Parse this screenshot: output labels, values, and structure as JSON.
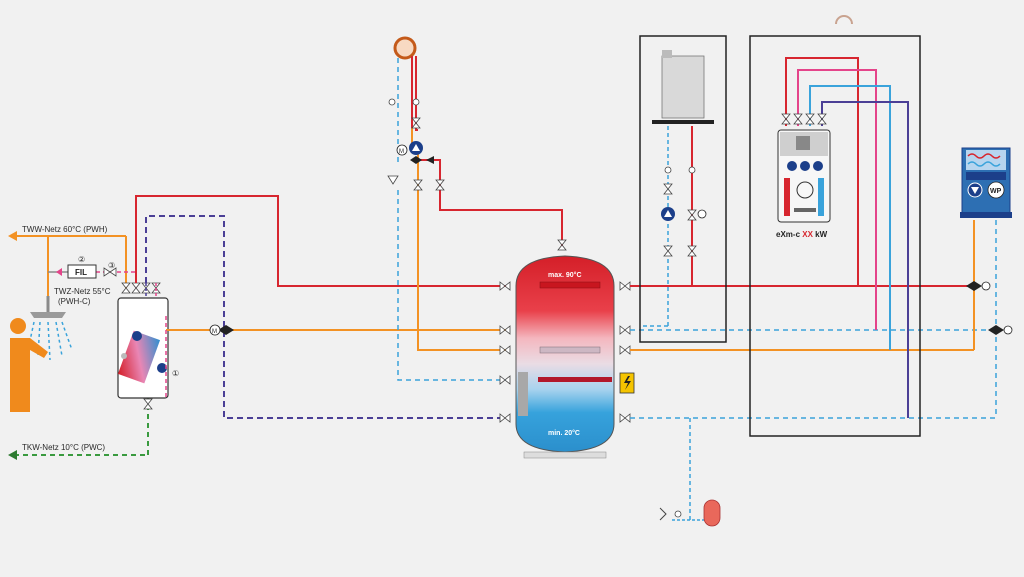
{
  "labels": {
    "hot_net": "TWW-Netz 60°C (PWH)",
    "circ_net_line1": "TWZ-Netz 55°C",
    "circ_net_line2": "(PWH-C)",
    "cold_net": "TKW-Netz 10°C (PWC)",
    "filter": "FIL",
    "num_2": "②",
    "num_3": "③",
    "num_1": "①",
    "tank_max": "max. 90°C",
    "tank_min": "min. 20°C",
    "device_prefix": "eXm-c",
    "device_xx": "XX",
    "device_suffix": "kW",
    "heatpump": "WP",
    "motor_m": "M"
  },
  "colors": {
    "hot_red": "#d7262f",
    "orange": "#f39224",
    "blue_dashed": "#3aa3db",
    "purple_dashed": "#4b3f96",
    "green_dashed": "#3a9a3f",
    "pink": "#e4448a",
    "navy": "#1c3f8a",
    "person": "#f08a1c"
  },
  "icons": [
    "shower-icon",
    "person-icon",
    "pump-icon",
    "valve-icon",
    "motor-valve-icon",
    "electric-heater-icon",
    "expansion-vessel-icon",
    "filter-icon",
    "heat-exchanger-icon",
    "boiler-icon"
  ]
}
